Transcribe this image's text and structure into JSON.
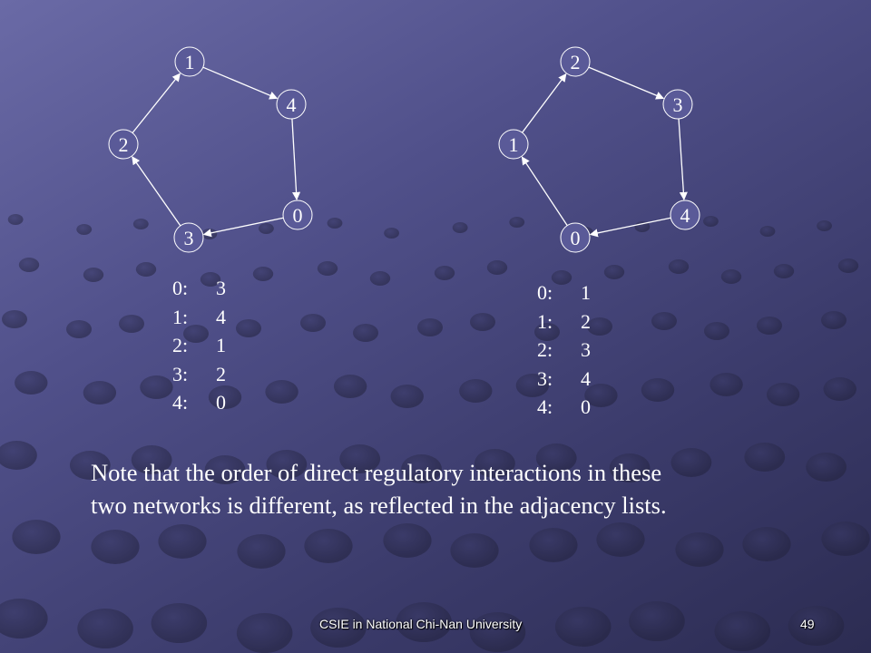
{
  "graph_left": {
    "nodes": [
      {
        "id": "n1",
        "label": "1"
      },
      {
        "id": "n4",
        "label": "4"
      },
      {
        "id": "n2",
        "label": "2"
      },
      {
        "id": "n0",
        "label": "0"
      },
      {
        "id": "n3",
        "label": "3"
      }
    ],
    "edges": [
      {
        "from": "n1",
        "to": "n4"
      },
      {
        "from": "n4",
        "to": "n0"
      },
      {
        "from": "n0",
        "to": "n3"
      },
      {
        "from": "n3",
        "to": "n2"
      },
      {
        "from": "n2",
        "to": "n1"
      }
    ]
  },
  "graph_right": {
    "nodes": [
      {
        "id": "n2",
        "label": "2"
      },
      {
        "id": "n3",
        "label": "3"
      },
      {
        "id": "n1",
        "label": "1"
      },
      {
        "id": "n4",
        "label": "4"
      },
      {
        "id": "n0",
        "label": "0"
      }
    ],
    "edges": [
      {
        "from": "n2",
        "to": "n3"
      },
      {
        "from": "n3",
        "to": "n4"
      },
      {
        "from": "n4",
        "to": "n0"
      },
      {
        "from": "n0",
        "to": "n1"
      },
      {
        "from": "n1",
        "to": "n2"
      }
    ]
  },
  "adjacency_left": [
    {
      "key": "0:",
      "value": "3"
    },
    {
      "key": "1:",
      "value": "4"
    },
    {
      "key": "2:",
      "value": "1"
    },
    {
      "key": "3:",
      "value": "2"
    },
    {
      "key": "4:",
      "value": "0"
    }
  ],
  "adjacency_right": [
    {
      "key": "0:",
      "value": "1"
    },
    {
      "key": "1:",
      "value": "2"
    },
    {
      "key": "2:",
      "value": "3"
    },
    {
      "key": "3:",
      "value": "4"
    },
    {
      "key": "4:",
      "value": "0"
    }
  ],
  "note": {
    "line1": "Note that the order of direct regulatory interactions in these",
    "line2": "two networks is different, as reflected in the adjacency lists."
  },
  "footer": {
    "center": "CSIE in National Chi-Nan University",
    "page": "49"
  },
  "colors": {
    "node_fill": "#5a5a98",
    "edge": "#ffffff",
    "text": "#ffffff"
  }
}
